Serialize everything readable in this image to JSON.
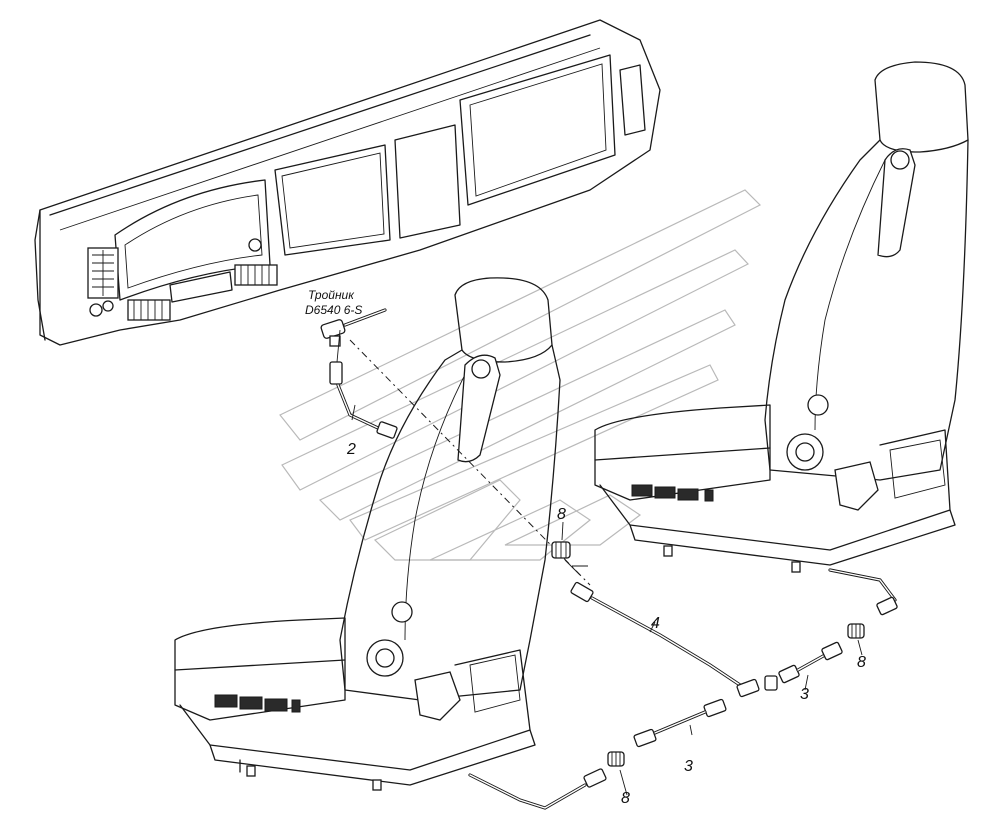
{
  "labels": {
    "tee_name": "Тройник",
    "tee_code": "D6540 6-S",
    "callout_2": "2",
    "callout_3a": "3",
    "callout_3b": "3",
    "callout_4": "4",
    "callout_8a": "8",
    "callout_8b": "8",
    "callout_8c": "8"
  },
  "icons": {
    "watermark": "kamaz-logo-watermark"
  }
}
